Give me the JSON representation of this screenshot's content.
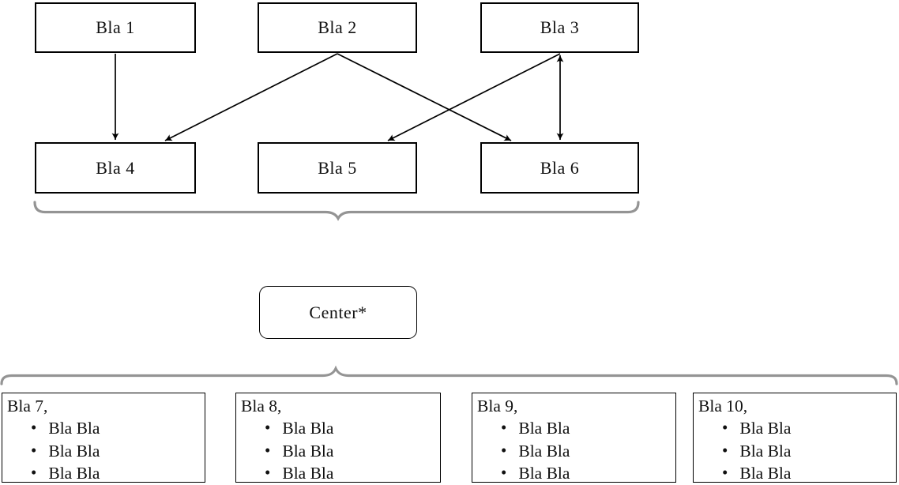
{
  "diagram": {
    "top_boxes": [
      {
        "label": "Bla 1"
      },
      {
        "label": "Bla 2"
      },
      {
        "label": "Bla 3"
      }
    ],
    "middle_boxes": [
      {
        "label": "Bla 4"
      },
      {
        "label": "Bla 5"
      },
      {
        "label": "Bla 6"
      }
    ],
    "center_box": {
      "label": "Center*"
    },
    "bottom_boxes": [
      {
        "title": "Bla 7,",
        "items": [
          "Bla Bla",
          "Bla Bla",
          "Bla Bla"
        ]
      },
      {
        "title": "Bla 8,",
        "items": [
          "Bla Bla",
          "Bla Bla",
          "Bla Bla"
        ]
      },
      {
        "title": "Bla 9,",
        "items": [
          "Bla Bla",
          "Bla Bla",
          "Bla Bla"
        ]
      },
      {
        "title": "Bla 10,",
        "items": [
          "Bla Bla",
          "Bla Bla",
          "Bla Bla"
        ]
      }
    ],
    "bullet_glyph": "•",
    "edges": [
      {
        "from": "Bla 1",
        "to": "Bla 4",
        "type": "arrow"
      },
      {
        "from": "Bla 2",
        "to": "Bla 4",
        "type": "arrow"
      },
      {
        "from": "Bla 2",
        "to": "Bla 6",
        "type": "arrow"
      },
      {
        "from": "Bla 3",
        "to": "Bla 5",
        "type": "arrow"
      },
      {
        "from": "Bla 3",
        "to": "Bla 6",
        "type": "double-arrow"
      }
    ],
    "braces": [
      {
        "name": "brace-under-row-2",
        "points": "down",
        "spans": [
          "Bla 4",
          "Bla 5",
          "Bla 6"
        ]
      },
      {
        "name": "brace-over-bottom-row",
        "points": "up",
        "spans": [
          "Bla 7",
          "Bla 8",
          "Bla 9",
          "Bla 10"
        ]
      }
    ],
    "colors": {
      "line": "#000000",
      "brace": "#949494",
      "box_border": "#000000",
      "background": "#ffffff",
      "text": "#111111"
    }
  }
}
